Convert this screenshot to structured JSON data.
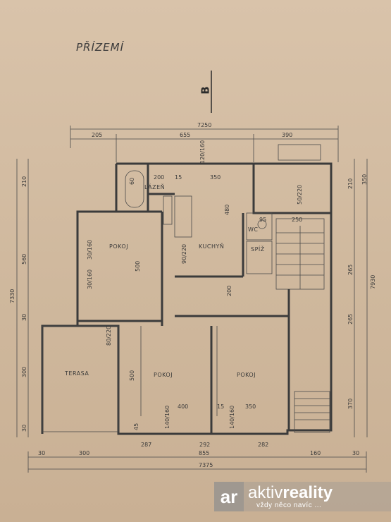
{
  "plan": {
    "title": "PŘÍZEMÍ",
    "section_mark": "B"
  },
  "rooms": {
    "lazen": "LÁZEŇ",
    "pokoj_left": "POKOJ",
    "kuchyn": "KUCHYŇ",
    "wc": "WC",
    "spiz": "SPÍŽ",
    "terasa": "TERASA",
    "pokoj_mid": "POKOJ",
    "pokoj_right": "POKOJ"
  },
  "dimensions": {
    "top_total": "7250",
    "top_a": "205",
    "top_b": "655",
    "top_c": "390",
    "bottom_a": "30",
    "bottom_b": "300",
    "bottom_c": "855",
    "bottom_d": "160",
    "bottom_e": "30",
    "bottom_total": "7375",
    "inner_a": "287",
    "inner_b": "292",
    "inner_c": "282",
    "left_total": "7330",
    "left_a": "210",
    "left_b": "560",
    "left_c": "30",
    "left_d": "300",
    "left_e": "30",
    "right_total": "7930",
    "right_a": "210",
    "right_b": "350",
    "right_c": "265",
    "right_d": "265",
    "right_e": "370",
    "mid_400": "400",
    "mid_350": "350",
    "mid_15": "15",
    "mid_480": "480",
    "mid_500": "500",
    "mid_200": "200",
    "mid_350k": "350",
    "mid_250": "250",
    "mid_95": "95",
    "mid_90_220": "90/220",
    "mid_30_160": "30/160",
    "mid_80_220": "80/220",
    "mid_140_160": "140/160",
    "mid_120_160": "120/160",
    "mid_45": "45",
    "mid_50_220": "50/220",
    "mid_60": "60",
    "mid_15b": "15"
  },
  "watermark": {
    "mark": "ar",
    "name_a": "aktiv",
    "name_b": "reality",
    "tagline": "vždy něco navíc ..."
  }
}
